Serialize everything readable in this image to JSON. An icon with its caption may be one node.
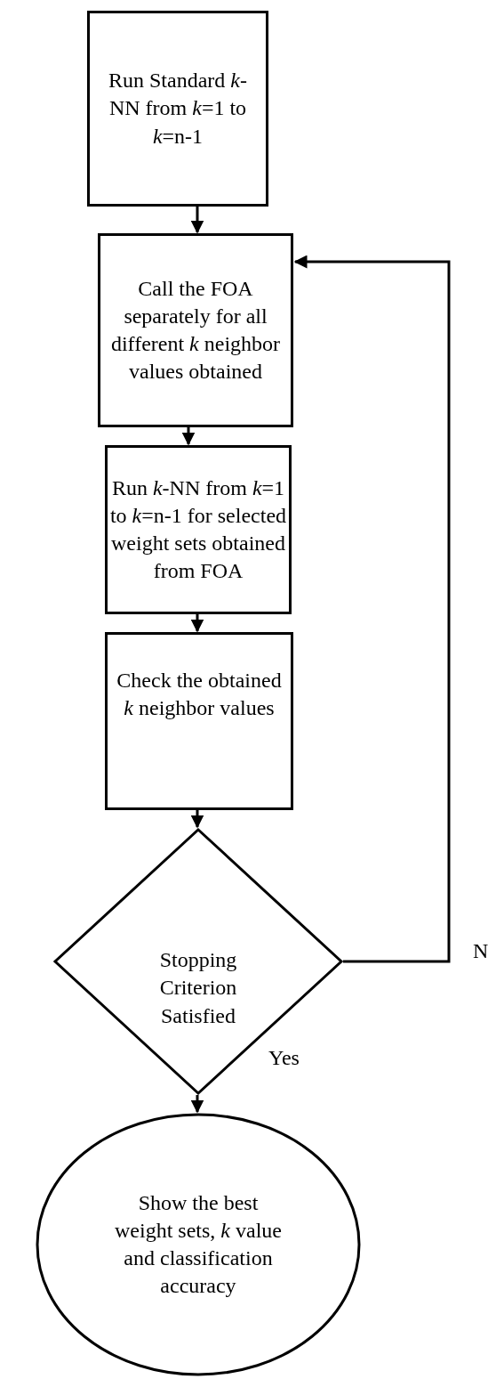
{
  "diagram": {
    "nodes": [
      {
        "text": [
          "Run Standard *k*-NN from *k*=1 to *k*=n-1"
        ]
      },
      {
        "text": [
          "Call the FOA separately for all different *k* neighbor values obtained"
        ]
      },
      {
        "text": [
          "Run *k*-NN from *k*=1 to *k*=n-1 for selected weight sets obtained from FOA"
        ]
      },
      {
        "text": [
          "Check the obtained *k* neighbor values"
        ]
      },
      {
        "text": [
          "Stopping Criterion Satisfied"
        ]
      },
      {
        "text": [
          "Show the best weight sets, *k* value and classification accuracy"
        ]
      }
    ],
    "edges": [
      {
        "from": 0,
        "to": 1,
        "arrow": "to"
      },
      {
        "from": 1,
        "to": 2,
        "arrow": "to"
      },
      {
        "from": 2,
        "to": 3,
        "arrow": "to"
      },
      {
        "from": 3,
        "to": 4,
        "arrow": "to"
      },
      {
        "from": 4,
        "to": 5,
        "arrow": "to",
        "label": "Yes"
      },
      {
        "from": 4,
        "to": 1,
        "arrow": "to",
        "label": "N"
      }
    ]
  }
}
